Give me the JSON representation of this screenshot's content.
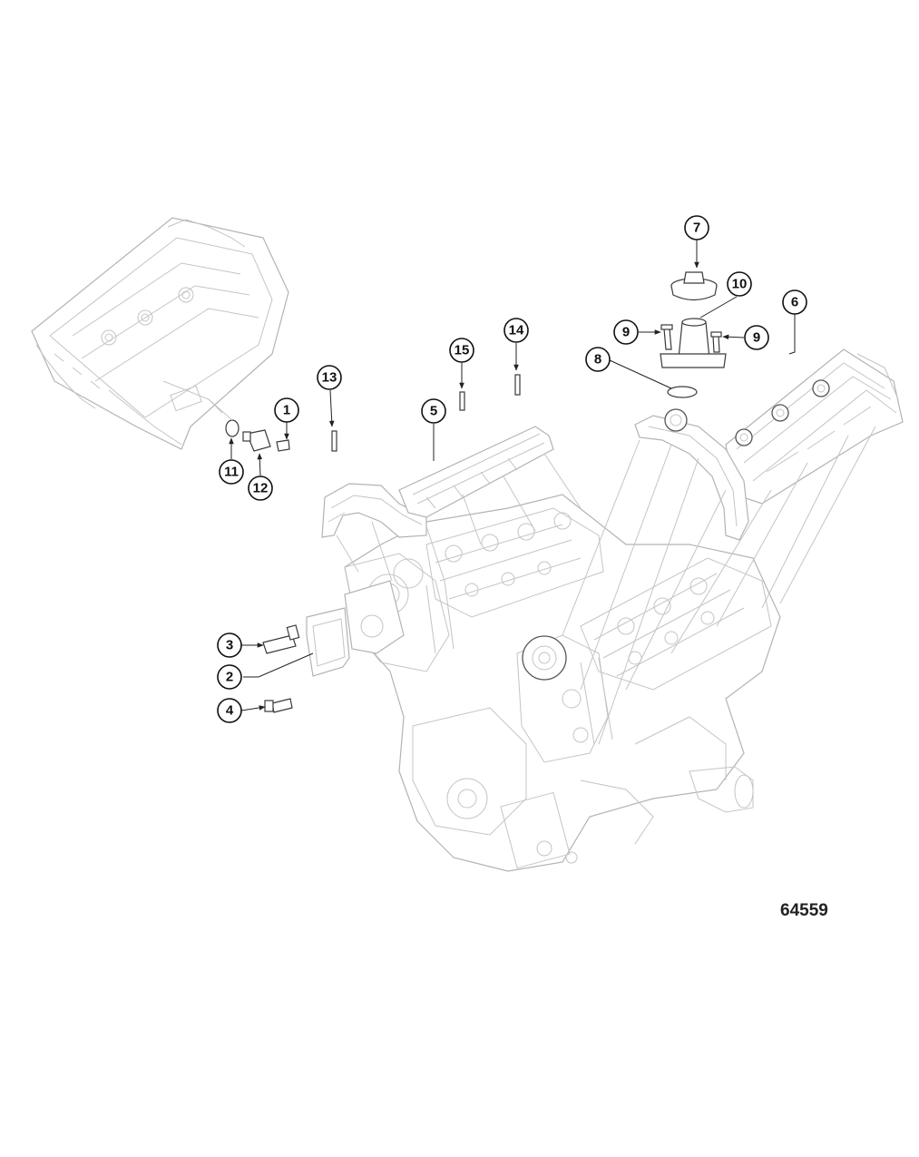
{
  "figure_number": "64559",
  "callouts": [
    {
      "id": "c1",
      "label": "1"
    },
    {
      "id": "c2",
      "label": "2"
    },
    {
      "id": "c3",
      "label": "3"
    },
    {
      "id": "c4",
      "label": "4"
    },
    {
      "id": "c5",
      "label": "5"
    },
    {
      "id": "c6",
      "label": "6"
    },
    {
      "id": "c7",
      "label": "7"
    },
    {
      "id": "c8",
      "label": "8"
    },
    {
      "id": "c9a",
      "label": "9"
    },
    {
      "id": "c9b",
      "label": "9"
    },
    {
      "id": "c10",
      "label": "10"
    },
    {
      "id": "c11",
      "label": "11"
    },
    {
      "id": "c12",
      "label": "12"
    },
    {
      "id": "c13",
      "label": "13"
    },
    {
      "id": "c14",
      "label": "14"
    },
    {
      "id": "c15",
      "label": "15"
    }
  ]
}
